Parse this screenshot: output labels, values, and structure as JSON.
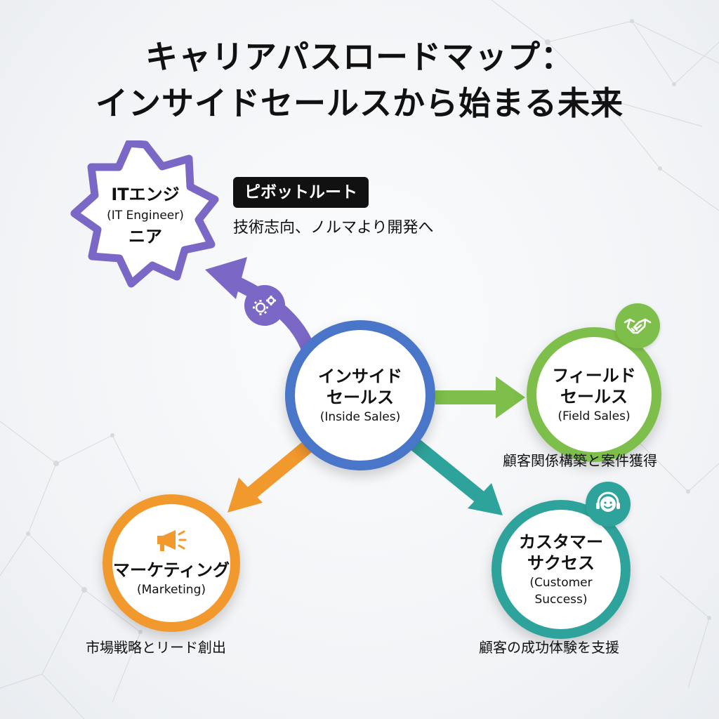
{
  "title": {
    "line1": "キャリアパスロードマップ：",
    "line2": "インサイドセールスから始まる未来"
  },
  "colors": {
    "center": "#4a76c9",
    "it": "#7b68c6",
    "field": "#7dbf4a",
    "marketing": "#f2992e",
    "customer_success": "#2ea39b"
  },
  "nodes": {
    "center": {
      "jp_line1": "インサイド",
      "jp_line2": "セールス",
      "en": "(Inside Sales)"
    },
    "it": {
      "jp_line1": "ITエンジ",
      "en": "(IT Engineer)",
      "jp_line2": "ニア",
      "icon": "gears-icon"
    },
    "field": {
      "jp_line1": "フィールド",
      "jp_line2": "セールス",
      "en": "(Field Sales)",
      "icon": "handshake-icon",
      "caption": "顧客関係構築と案件獲得"
    },
    "marketing": {
      "jp": "マーケティング",
      "en": "(Marketing)",
      "icon": "megaphone-icon",
      "caption": "市場戦略とリード創出"
    },
    "customer_success": {
      "jp_line1": "カスタマー",
      "jp_line2": "サクセス",
      "en_line1": "(Customer",
      "en_line2": "Success)",
      "icon": "headset-smile-icon",
      "caption": "顧客の成功体験を支援"
    }
  },
  "pivot": {
    "tag": "ピボットルート",
    "description": "技術志向、ノルマより開発へ"
  }
}
